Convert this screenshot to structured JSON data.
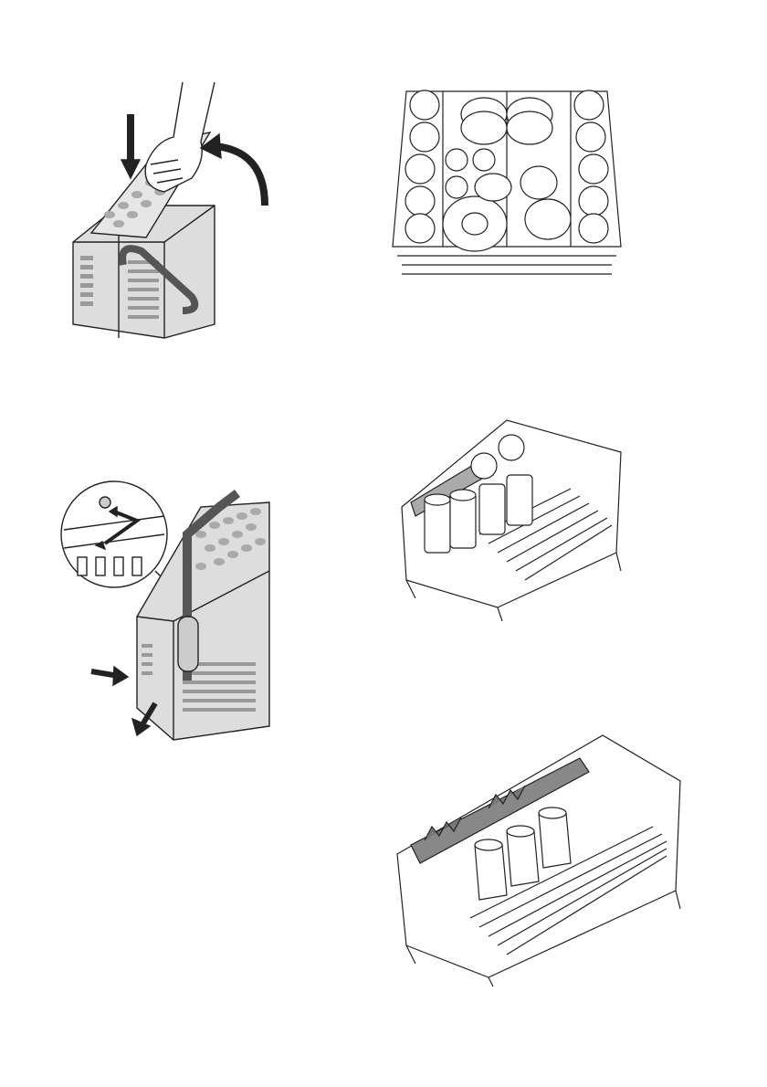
{
  "page": {
    "background": "#ffffff",
    "line_color": "#222222",
    "fill_gray": "#d9d9d9",
    "fill_dark": "#8c8c8c"
  },
  "figures": [
    {
      "id": "basket-lid",
      "icon": "cutlery-basket-lid-closing-icon"
    },
    {
      "id": "upper-rack",
      "icon": "upper-rack-with-cups-and-plates-icon"
    },
    {
      "id": "basket-remove",
      "icon": "cutlery-basket-handle-removal-icon"
    },
    {
      "id": "glass-rack",
      "icon": "rack-with-glasses-and-cups-icon"
    },
    {
      "id": "long-rack",
      "icon": "rack-with-glass-supports-icon"
    }
  ]
}
